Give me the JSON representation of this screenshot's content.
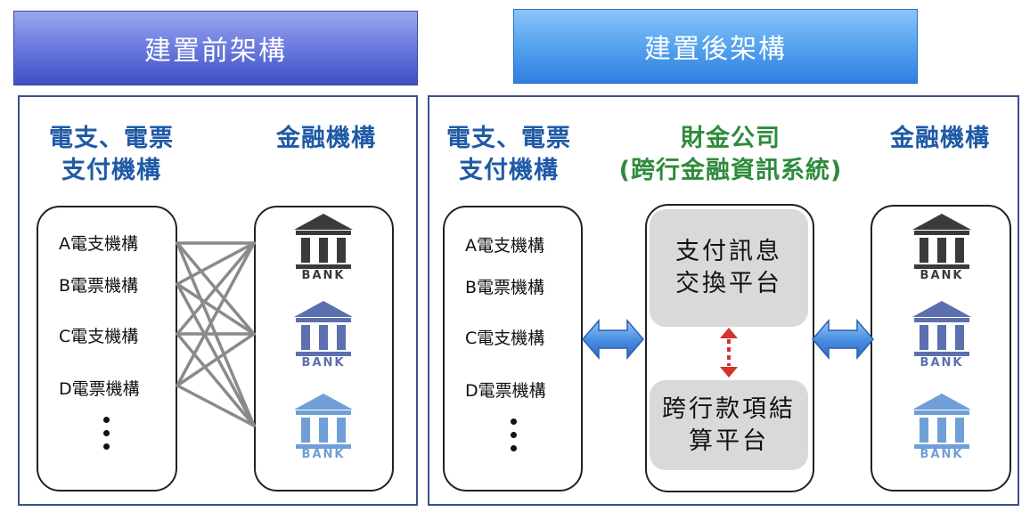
{
  "headers": {
    "before": "建置前架構",
    "after": "建置後架構"
  },
  "before": {
    "payment_title_line1": "電支、電票",
    "payment_title_line2": "支付機構",
    "bank_title": "金融機構",
    "institutions": [
      "A電支機構",
      "B電票機構",
      "C電支機構",
      "D電票機構"
    ],
    "bank_label": "BANK"
  },
  "after": {
    "payment_title_line1": "電支、電票",
    "payment_title_line2": "支付機構",
    "fisc_title_line1": "財金公司",
    "fisc_title_line2": "(跨行金融資訊系統)",
    "bank_title": "金融機構",
    "institutions": [
      "A電支機構",
      "B電票機構",
      "C電支機構",
      "D電票機構"
    ],
    "platform1_line1": "支付訊息",
    "platform1_line2": "交換平台",
    "platform2_line1": "跨行款項結",
    "platform2_line2": "算平台",
    "bank_label": "BANK"
  },
  "colors": {
    "bank_dark": "#3a3a3a",
    "bank_mid": "#5c6fae",
    "bank_light": "#6f9fd6",
    "arrow_blue": "#4a90e2",
    "arrow_red": "#d0342c",
    "title_blue": "#1f5aa6",
    "title_green": "#2e8b3c"
  },
  "icons": [
    "bank-icon",
    "bidirectional-arrow-icon",
    "vertical-dashed-arrow-icon",
    "ellipsis-icon"
  ]
}
